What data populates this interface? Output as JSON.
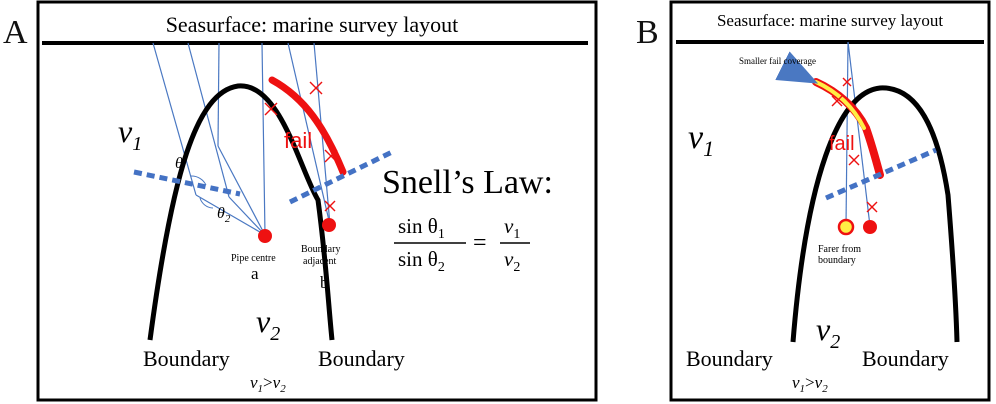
{
  "panels": {
    "a": {
      "letter": "A",
      "title": "Seasurface: marine survey layout",
      "v1": "v",
      "v1_sub": "1",
      "v2": "v",
      "v2_sub": "2",
      "theta_top": "θ",
      "theta_bottom": "θ",
      "theta_bottom_sub": "2",
      "fail": "fail",
      "snell_title": "Snell’s Law:",
      "snell_num_left": "sin θ",
      "snell_num_left_sub": "1",
      "snell_den_left": "sin θ",
      "snell_den_left_sub": "2",
      "snell_equals": "=",
      "snell_num_right": "v",
      "snell_num_right_sub": "1",
      "snell_den_right": "v",
      "snell_den_right_sub": "2",
      "pipe_centre": "Pipe centre",
      "pipe_centre_letter": "a",
      "boundary_adjacent_1": "Boundary",
      "boundary_adjacent_2": "adjacent",
      "boundary_adjacent_letter": "b",
      "boundary_left": "Boundary",
      "boundary_right": "Boundary",
      "relation_v1": "v",
      "relation_v1_sub": "1",
      "relation_gt": ">",
      "relation_v2": "v",
      "relation_v2_sub": "2"
    },
    "b": {
      "letter": "B",
      "title": "Seasurface: marine survey layout",
      "v1": "v",
      "v1_sub": "1",
      "v2": "v",
      "v2_sub": "2",
      "fail": "fail",
      "smaller_fail": "Smaller fail coverage",
      "farer_1": "Farer from",
      "farer_2": "boundary",
      "boundary_left": "Boundary",
      "boundary_right": "Boundary",
      "relation_v1": "v",
      "relation_v1_sub": "1",
      "relation_gt": ">",
      "relation_v2": "v",
      "relation_v2_sub": "2"
    }
  },
  "colors": {
    "ray": "#4a78c2",
    "dashed": "#4472c4",
    "fail": "#ee1111",
    "fill_yellow": "#ffee44",
    "arrow": "#4a78c2",
    "ink": "#000000"
  }
}
